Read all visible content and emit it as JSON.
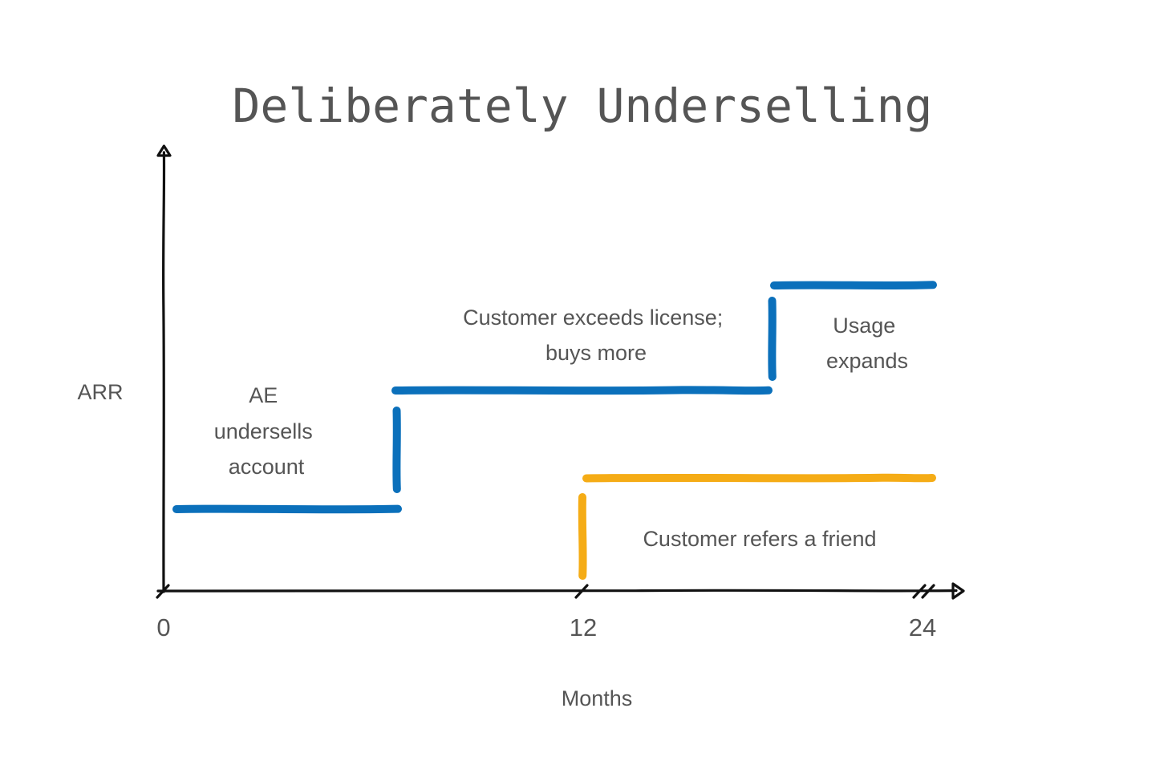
{
  "diagram": {
    "title": "Deliberately Underselling",
    "y_axis_label": "ARR",
    "x_axis_label": "Months",
    "x_ticks": [
      "0",
      "12",
      "24"
    ],
    "annotations": {
      "undersell": [
        "AE",
        "undersells",
        "account"
      ],
      "exceeds": [
        "Customer exceeds license;",
        "buys more"
      ],
      "usage": [
        "Usage",
        "expands"
      ],
      "refer": "Customer refers a friend"
    },
    "colors": {
      "primary_account": "#0b70bb",
      "referral_account": "#f5ac16",
      "axis": "#111111",
      "text": "#555555"
    }
  }
}
